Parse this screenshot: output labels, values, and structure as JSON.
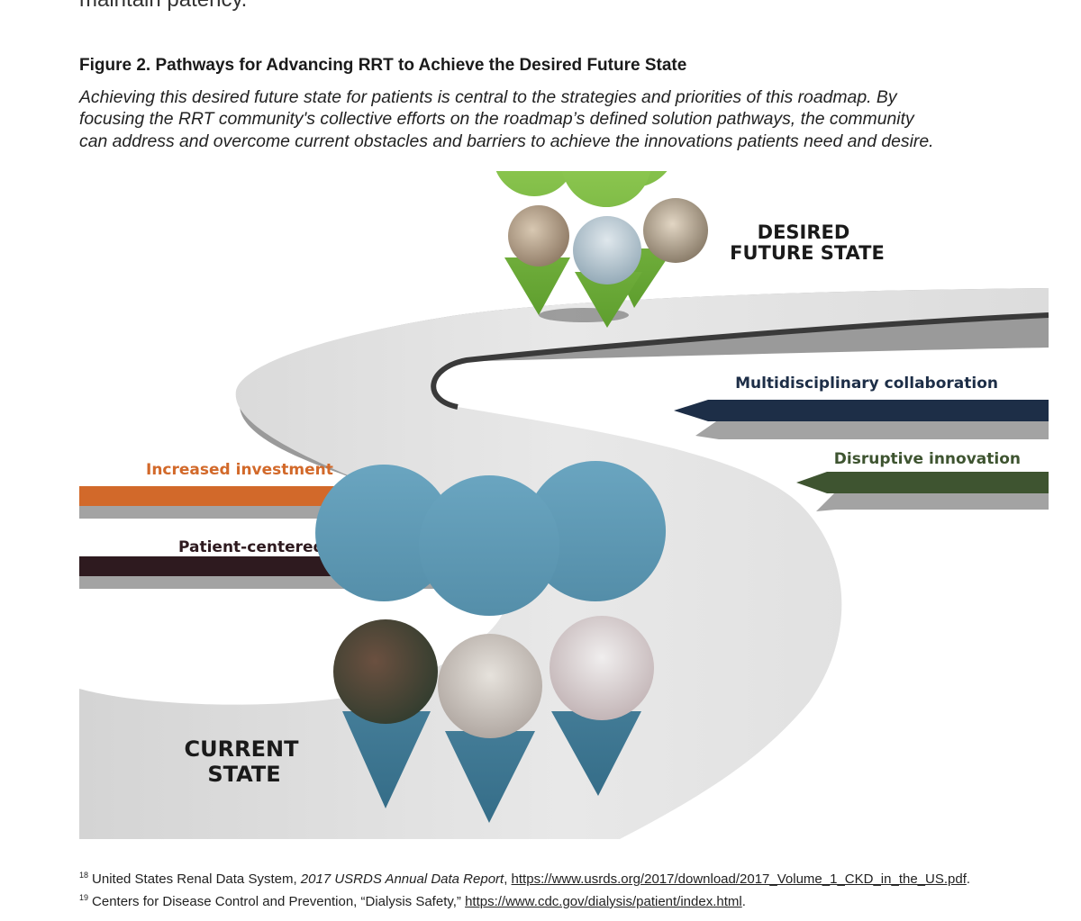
{
  "prev_text": "maintain patency.",
  "figure": {
    "title": "Figure 2. Pathways for Advancing RRT to Achieve the Desired Future State",
    "caption_lines": [
      "Achieving this desired future state for patients is central to the strategies and priorities of this roadmap. By",
      "focusing the RRT community's collective efforts on the roadmap’s defined solution pathways, the community",
      "can address and overcome current obstacles and barriers to achieve the innovations patients need and desire."
    ],
    "labels": {
      "desired_1": "DESIRED",
      "desired_2": "FUTURE STATE",
      "current_1": "CURRENT",
      "current_2": "STATE"
    },
    "arrows": {
      "multidisciplinary": "Multidisciplinary collaboration",
      "disruptive": "Disruptive innovation",
      "investment": "Increased investment",
      "patient": "Patient-centered approach"
    },
    "colors": {
      "investment": "#d2692a",
      "patient": "#2e1a1f",
      "multidisciplinary": "#1d2e47",
      "disruptive": "#3e5430",
      "pin_green": "#7dc242",
      "pin_blue": "#4a86a2",
      "road": "#e0e0e0"
    }
  },
  "footnotes": [
    {
      "num": "18",
      "text_a": "United States Renal Data System, ",
      "text_italic": "2017 USRDS Annual Data Report",
      "text_b": ", ",
      "link": "https://www.usrds.org/2017/download/2017_Volume_1_CKD_in_the_US.pdf",
      "end": "."
    },
    {
      "num": "19",
      "text_a": "Centers for Disease Control and Prevention, “Dialysis Safety,” ",
      "link": "https://www.cdc.gov/dialysis/patient/index.html",
      "end": "."
    }
  ]
}
